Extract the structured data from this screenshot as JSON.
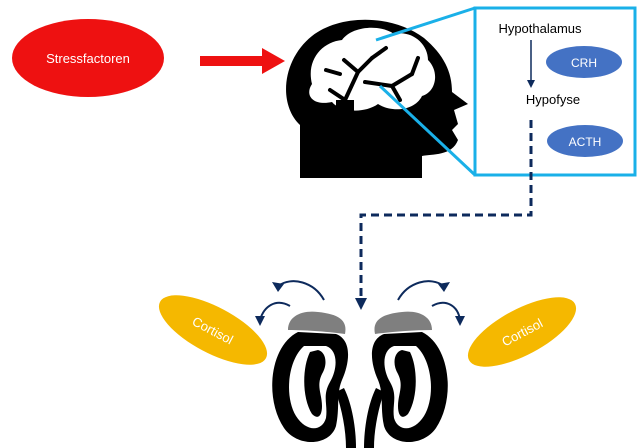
{
  "stress": {
    "label": "Stressfactoren"
  },
  "pathway": {
    "hypothalamus": "Hypothalamus",
    "crh": "CRH",
    "hypofyse": "Hypofyse",
    "acth": "ACTH"
  },
  "cortisol": {
    "left": "Cortisol",
    "right": "Cortisol"
  },
  "colors": {
    "stress": "#ee1111",
    "arrow_red": "#ee1111",
    "box": "#1ab0e8",
    "hormone": "#4472c4",
    "dash": "#0d2a5c",
    "cortisol": "#f5b800",
    "organ": "#000000",
    "adrenal": "#7f7f7f"
  },
  "icons": [
    "head-brain-icon",
    "kidney-left-icon",
    "kidney-right-icon",
    "adrenal-gland-icon"
  ]
}
